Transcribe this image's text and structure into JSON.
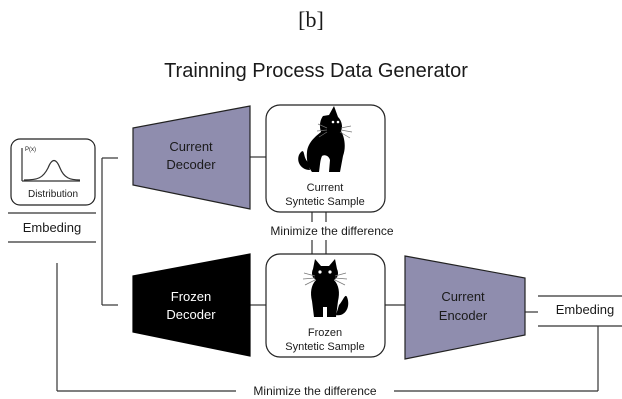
{
  "panel_label": "[b]",
  "title": "Trainning Process Data Generator",
  "distribution_icon": {
    "axis_label": "P(x)",
    "caption": "Distribution"
  },
  "embedding_input": "Embeding",
  "embedding_output": "Embeding",
  "current_decoder": {
    "line1": "Current",
    "line2": "Decoder"
  },
  "frozen_decoder": {
    "line1": "Frozen",
    "line2": "Decoder"
  },
  "current_encoder": {
    "line1": "Current",
    "line2": "Encoder"
  },
  "current_sample": {
    "line1": "Current",
    "line2": "Syntetic Sample",
    "icon": "black-cat-icon"
  },
  "frozen_sample": {
    "line1": "Frozen",
    "line2": "Syntetic Sample",
    "icon": "black-cat-icon"
  },
  "minimize_middle": "Minimize the difference",
  "minimize_bottom": "Minimize the difference",
  "colors": {
    "current_block": "#8f8dae",
    "frozen_block": "#000000",
    "line": "#333333"
  }
}
